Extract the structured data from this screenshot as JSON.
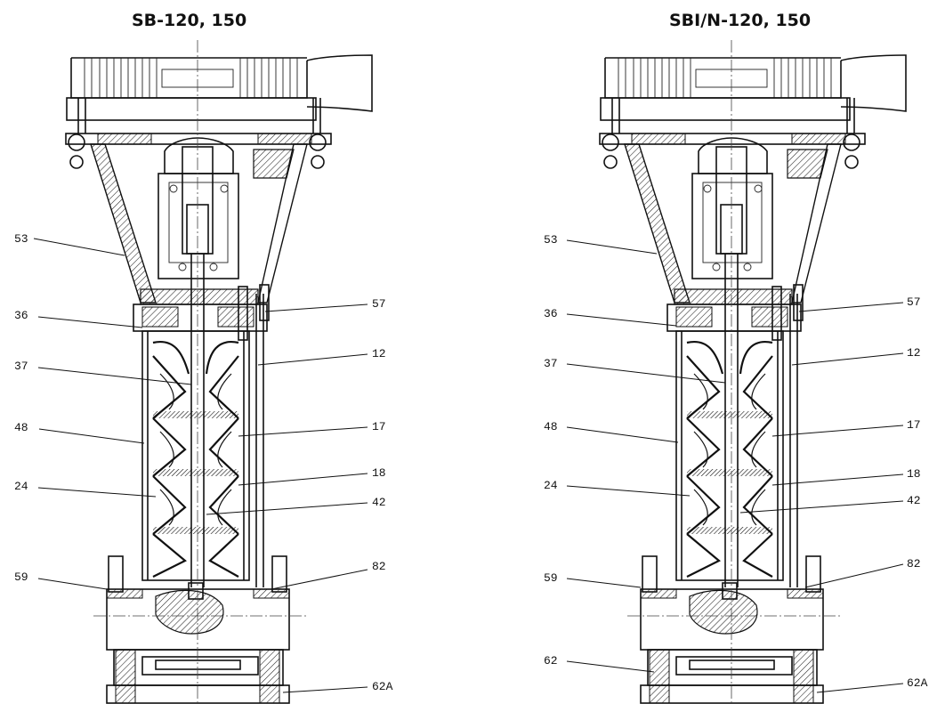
{
  "diagrams": [
    {
      "title": "SB-120, 150",
      "labels_left": [
        "53",
        "36",
        "37",
        "48",
        "24",
        "59"
      ],
      "labels_right": [
        "57",
        "12",
        "17",
        "18",
        "42",
        "82",
        "62A"
      ]
    },
    {
      "title": "SBI/N-120, 150",
      "labels_left": [
        "53",
        "36",
        "37",
        "48",
        "24",
        "59",
        "62"
      ],
      "labels_right": [
        "57",
        "12",
        "17",
        "18",
        "42",
        "82",
        "62A"
      ]
    }
  ]
}
